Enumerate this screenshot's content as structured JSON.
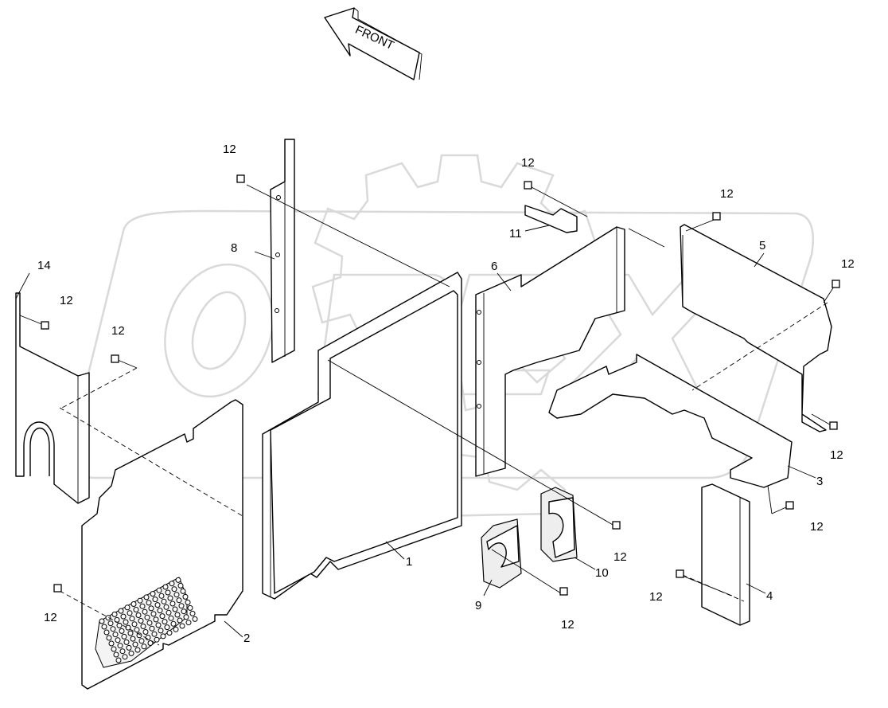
{
  "arrow": {
    "label": "FRONT"
  },
  "watermark": {
    "text": "OPEX"
  },
  "parts": {
    "p1": "1",
    "p2": "2",
    "p3": "3",
    "p4": "4",
    "p5": "5",
    "p6": "6",
    "p8": "8",
    "p9": "9",
    "p10": "10",
    "p11": "11",
    "p14": "14"
  },
  "bolt_label": "12"
}
